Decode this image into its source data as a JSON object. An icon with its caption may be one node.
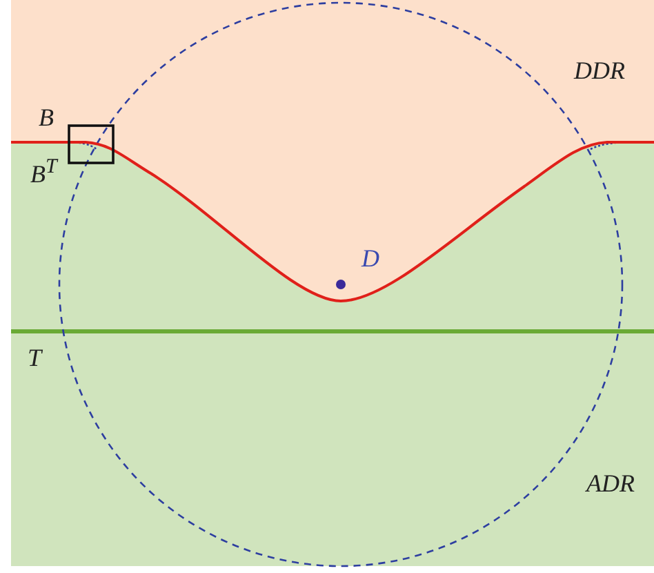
{
  "diagram": {
    "labels": [
      "B",
      "DDR",
      "B$^{T}$",
      "D",
      "T",
      "ADR"
    ]
  }
}
